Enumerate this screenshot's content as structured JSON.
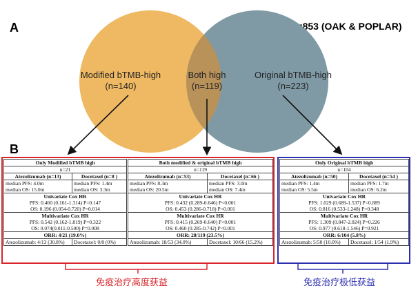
{
  "panel_a": {
    "label": "A",
    "total": "Total=853 (OAK & POPLAR)",
    "circles": [
      {
        "name": "Modified bTMB-high",
        "n": "(n=140)",
        "color": "#efb964"
      },
      {
        "name": "Original bTMB-high",
        "n": "(n=223)",
        "color": "#7f9aa5"
      }
    ],
    "overlap": {
      "name": "Both high",
      "n": "(n=119)",
      "color": "#b9925a"
    }
  },
  "panel_b": {
    "label": "B",
    "groups": [
      {
        "title": "Only Modified bTMB high",
        "n": "n=21",
        "arm_left": "Atezolizumab (n=13)",
        "arm_right": "Docetaxel (n=8 )",
        "left_pfs": "median PFS: 4.0m",
        "left_os": "median OS: 15.0m",
        "right_pfs": "median PFS: 1.4m",
        "right_os": "median OS: 3.3m",
        "uni_title": "Univariate Cox HR",
        "uni_pfs": "PFS: 0.460 (0.161-1.314) P=0.147",
        "uni_os": "OS: 0.196 (0.054-0.720) P=0.014",
        "multi_title": "Multivariate Cox HR",
        "multi_pfs": "PFS: 0.542 (0.162-1.819) P=0.322",
        "multi_os": "OS: 0.074(0.011-0.500) P=0.008",
        "orr": "ORR: 4/21 (19.0%)",
        "orr_left": "Atezolizumab: 4/13 (30.8%)",
        "orr_right": "Docetaxel: 0/8 (0%)"
      },
      {
        "title": "Both modified & original bTMB high",
        "n": "n=119",
        "arm_left": "Atezolizumab (n=53)",
        "arm_right": "Docetaxel (n=66 )",
        "left_pfs": "median PFS: 8.3m",
        "left_os": "median OS: 20.5m",
        "right_pfs": "median PFS: 3.0m",
        "right_os": "median OS: 7.4m",
        "uni_title": "Univariate Cox HR",
        "uni_pfs": "PFS: 0.432 (0.289-0.646) P<0.001",
        "uni_os": "OS: 0.453 (0.286-0.718) P<0.001",
        "multi_title": "Multivariate Cox HR",
        "multi_pfs": "PFS: 0.415 (0.269-0.640) P<0.001",
        "multi_os": "OS: 0.460 (0.285-0.742) P<0.001",
        "orr": "ORR: 28/119 (23.5%)",
        "orr_left": "Atezolizumab: 18/53 (34.0%)",
        "orr_right": "Docetaxel: 10/66 (15.2%)"
      },
      {
        "title": "Only Original bTMB high",
        "n": "n=104",
        "arm_left": "Atezolizumab (n=50)",
        "arm_right": "Docetaxel (n=54 )",
        "left_pfs": "median PFS: 1.4m",
        "left_os": "median OS: 5.5m",
        "right_pfs": "median PFS: 1.7m",
        "right_os": "median OS: 6.2m",
        "uni_title": "Univariate Cox HR",
        "uni_pfs": "PFS: 1.029 (0.689-1.537) P=0.889",
        "uni_os": "OS: 0.816 (0.533-1.248) P=0.348",
        "multi_title": "Multivariate Cox HR",
        "multi_pfs": "PFS: 1.309 (0.847-2.024) P=0.226",
        "multi_os": "OS: 0.977 (0.618-1.546) P=0.921",
        "orr": "ORR: 6/104 (5.8%)",
        "orr_left": "Atezolizumab: 5/50 (10.0%)",
        "orr_right": "Docetaxel: 1/54 (1.9%)"
      }
    ],
    "annotation_high": "免疫治疗高度获益",
    "annotation_low": "免疫治疗极低获益",
    "annotation_high_color": "#d8242a",
    "annotation_low_color": "#2d2fb0"
  }
}
